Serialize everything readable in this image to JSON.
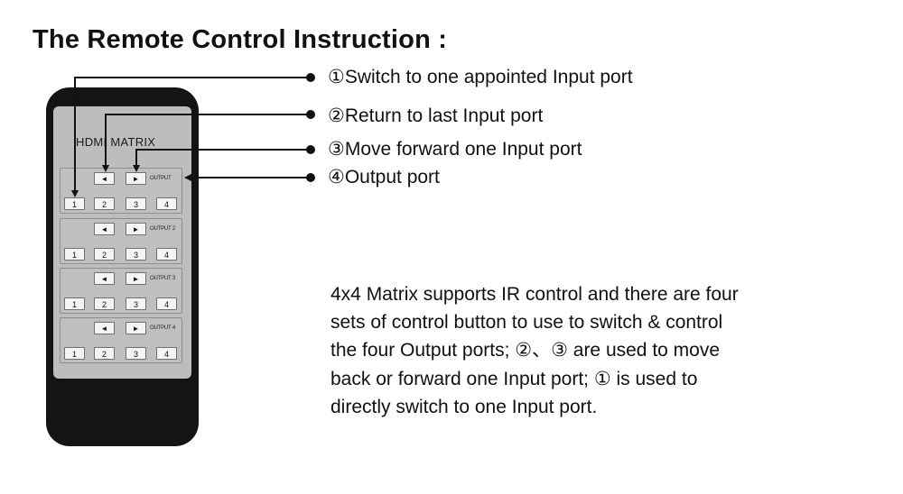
{
  "title": "The Remote Control Instruction :",
  "remote": {
    "brand": "HDMI MATRIX",
    "left_arrow": "◄",
    "right_arrow": "►",
    "groups": [
      {
        "output_label": "OUTPUT",
        "keys": [
          "1",
          "2",
          "3",
          "4"
        ]
      },
      {
        "output_label": "OUTPUT 2",
        "keys": [
          "1",
          "2",
          "3",
          "4"
        ]
      },
      {
        "output_label": "OUTPUT 3",
        "keys": [
          "1",
          "2",
          "3",
          "4"
        ]
      },
      {
        "output_label": "OUTPUT 4",
        "keys": [
          "1",
          "2",
          "3",
          "4"
        ]
      }
    ]
  },
  "callouts": [
    "①Switch to one appointed Input port",
    "②Return to last Input port",
    "③Move forward one Input port",
    "④Output port"
  ],
  "description": [
    "4x4 Matrix supports IR control and there are four",
    "sets of control button to use to switch & control",
    "the four Output ports; ②、③ are used to move",
    "back or forward one Input port; ① is used to",
    "directly switch to one Input port."
  ],
  "colors": {
    "remote_body": "#141414",
    "panel": "#bdbdbd",
    "key_face": "#f4f4f4",
    "leader_line": "#111111"
  }
}
